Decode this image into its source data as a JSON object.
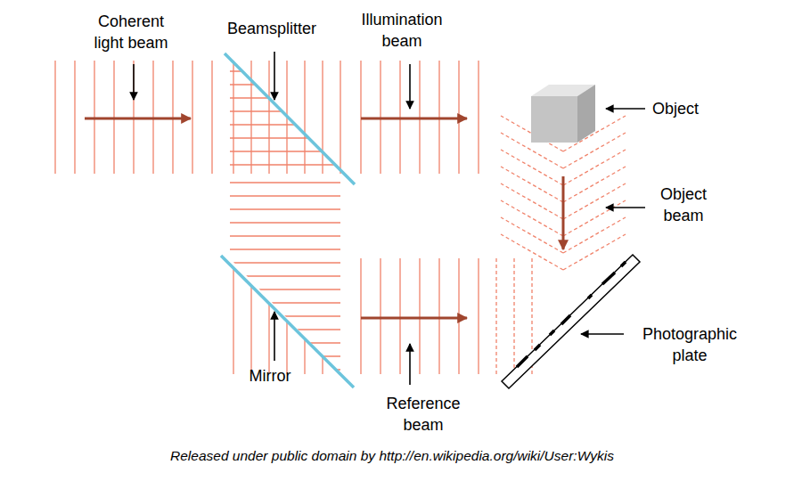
{
  "diagram": {
    "caption": "Released under public domain by http://en.wikipedia.org/wiki/User:Wykis",
    "labels": [
      "Coherent light beam",
      "Beamsplitter",
      "Illumination beam",
      "Object",
      "Object beam",
      "Photographic plate",
      "Mirror",
      "Reference beam"
    ]
  }
}
